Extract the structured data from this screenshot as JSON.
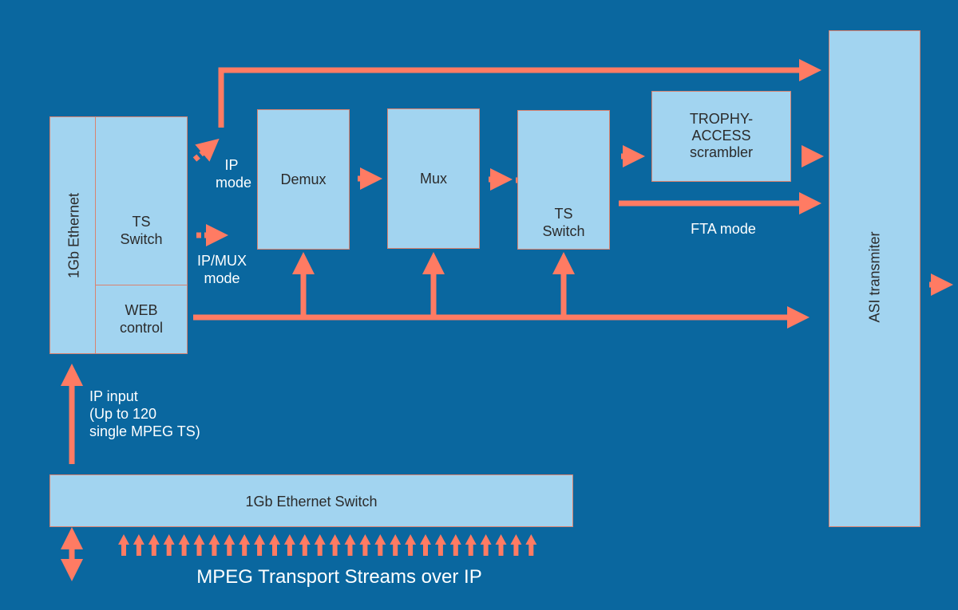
{
  "diagram": {
    "colors": {
      "background": "#0a679f",
      "block": "#a2d4f0",
      "arrow": "#ff7b63",
      "text_dark": "#2b2b2b",
      "text_light": "#ffffff"
    },
    "blocks": {
      "ethernet": "1Gb Ethernet",
      "ts_switch_left": [
        "TS",
        "Switch"
      ],
      "web_control": [
        "WEB",
        "control"
      ],
      "demux": "Demux",
      "mux": "Mux",
      "ts_switch_right": [
        "TS",
        "Switch"
      ],
      "scrambler": [
        "TROPHY-",
        "ACCESS",
        "scrambler"
      ],
      "asi": "ASI transmiter",
      "eth_switch": "1Gb Ethernet Switch"
    },
    "labels": {
      "ip_mode": [
        "IP",
        "mode"
      ],
      "ipmux_mode": [
        "IP/MUX",
        "mode"
      ],
      "fta_mode": "FTA mode",
      "ip_input": [
        "IP input",
        "(Up to 120",
        "single MPEG TS)"
      ],
      "streams": "MPEG Transport Streams over IP"
    },
    "input_stream_arrow_count": 28
  }
}
